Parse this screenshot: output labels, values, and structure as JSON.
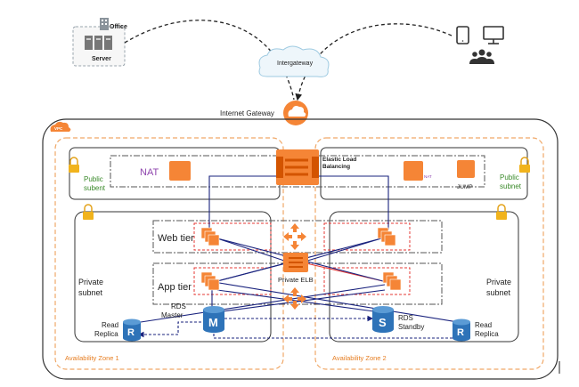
{
  "labels": {
    "office": "Office",
    "server": "Server",
    "intergateway": "Intergateway",
    "internet_gateway": "Internet Gateway",
    "vpc": "VPC",
    "nat_left": "NAT",
    "nat_right": "NAT",
    "elb_line1": "Elastic Load",
    "elb_line2": "Balancing",
    "jump": "JUMP",
    "public_subnet_left_line1": "Public",
    "public_subnet_left_line2": "subent",
    "public_subnet_right_line1": "Public",
    "public_subnet_right_line2": "subnet",
    "web_tier": "Web tier",
    "app_tier": "App tier",
    "private_elb": "Private ELB",
    "private_subnet_left_line1": "Private",
    "private_subnet_left_line2": "subnet",
    "private_subnet_right_line1": "Private",
    "private_subnet_right_line2": "subnet",
    "rds_master_line1": "RDS",
    "rds_master_line2": "Master",
    "rds_standby_line1": "RDS",
    "rds_standby_line2": "Standby",
    "read_replica_left_line1": "Read",
    "read_replica_left_line2": "Replica",
    "read_replica_right_line1": "Read",
    "read_replica_right_line2": "Replica",
    "db_master_letter": "M",
    "db_standby_letter": "S",
    "db_replica_letter": "R",
    "az1": "Availability Zone 1",
    "az2": "Availability Zone 2"
  },
  "colors": {
    "aws_orange": "#f58536",
    "orange_dark": "#d35400",
    "db_blue": "#2e73b8",
    "subnet_green": "#3a8a2a",
    "nat_purple": "#8e44ad",
    "line_navy": "#1a237e",
    "line_red": "#e53935",
    "az_dash": "#f0a868"
  }
}
